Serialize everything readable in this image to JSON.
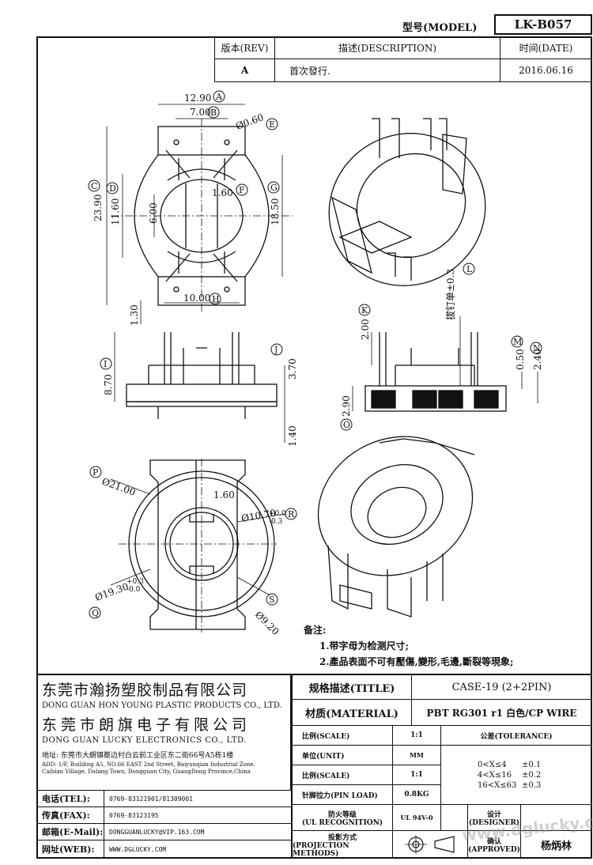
{
  "header": {
    "model_label": "型号(MODEL)",
    "model_value": "LK-B057"
  },
  "revision": {
    "rev_header": "版本(REV)",
    "desc_header": "描述(DESCRIPTION)",
    "date_header": "时间(DATE)",
    "rev_value": "A",
    "desc_value": "首次發行.",
    "date_value": "2016.06.16"
  },
  "dimensions": {
    "top_view": [
      "12.90",
      "7.00",
      "Ø0.60",
      "23.90",
      "11.60",
      "6.00",
      "1.60",
      "18.50",
      "10.00",
      "1.30"
    ],
    "top_view_markers": [
      "A",
      "B",
      "E",
      "C",
      "D",
      "G",
      "H",
      "F"
    ],
    "side_view": [
      "8.70",
      "3.70",
      "1.40"
    ],
    "side_view_markers": [
      "I",
      "J"
    ],
    "section_view": [
      "2.00",
      "2.90",
      "0.50",
      "2.40",
      "拔钉单±0.3"
    ],
    "section_markers": [
      "K",
      "L",
      "O",
      "M",
      "N"
    ],
    "bottom_view": [
      "Ø21.00",
      "1.60",
      "Ø10.70",
      "+0.0",
      "-0.3",
      "Ø19.30",
      "+0.3",
      "-0.0",
      "Ø9.20"
    ],
    "bottom_markers": [
      "P",
      "R",
      "Q",
      "S"
    ]
  },
  "notes": {
    "title": "备注:",
    "items": [
      "1.带字母为检测尺寸;",
      "2.產品表面不可有壓傷,變形,毛邊,斷裂等現象;"
    ]
  },
  "company": {
    "name_cn_1": "东莞市瀚扬塑胶制品有限公司",
    "name_en_1": "DONG GUAN HON YOUNG PLASTIC PRODUCTS CO., LTD.",
    "name_cn_2": "东莞市朗旗电子有限公司",
    "name_en_2": "DONG GUAN LUCKY ELECTRONICS CO., LTD.",
    "address_cn": "地址: 东莞市大朗镇蔡边村白云前工业区东二街66号A5栋1楼",
    "address_en_1": "ADD: 1/F, Building A5, NO.66 EAST 2nd Street, Baiyunqian Industrial Zone,",
    "address_en_2": "Caibian Village, Dalang Town, Dongguan City, GuangDong Province,China"
  },
  "contacts": [
    {
      "label": "电话(TEL):",
      "value": "0769-83121901/81309001"
    },
    {
      "label": "传真(FAX):",
      "value": "0769-83123195"
    },
    {
      "label": "邮箱(E-Mail):",
      "value": "DONGGUANLUCKY@VIP.163.COM"
    },
    {
      "label": "网址(WEB):",
      "value": "WWW.DGLUCKY.COM"
    }
  ],
  "spec": {
    "title_label": "规格描述(TITLE)",
    "title_value": "CASE-19 (2+2PIN)",
    "material_label": "材质(MATERIAL)",
    "material_value": "PBT RG301 r1 白色/CP WIRE",
    "scale_label": "比例(SCALE)",
    "scale_value": "1:1",
    "unit_label": "单位(UNIT)",
    "unit_value": "MM",
    "scale_label_2": "比例(SCALE)",
    "scale_value_2": "1:1",
    "pin_load_label": "针脚拉力(PIN LOAD)",
    "pin_load_value": "0.8KG",
    "ul_label_1": "防火等级",
    "ul_label_2": "(UL RECOGNITION)",
    "ul_value": "UL 94V-0",
    "proj_label_1": "投影方式",
    "proj_label_2": "(PROJECTION METHODS)",
    "tolerance_title": "公差(TOLERANCE)",
    "tolerance_rows": [
      {
        "range": "0<X≤4",
        "value": "±0.1"
      },
      {
        "range": "4<X≤16",
        "value": "±0.2"
      },
      {
        "range": "16<X≤63",
        "value": "±0.3"
      }
    ],
    "designer_label_1": "设计",
    "designer_label_2": "(DESIGNER)",
    "approved_label_1": "确认",
    "approved_label_2": "(APPROVED)",
    "approved_value": "杨炳林",
    "watermark": "www.dglucky.com"
  }
}
